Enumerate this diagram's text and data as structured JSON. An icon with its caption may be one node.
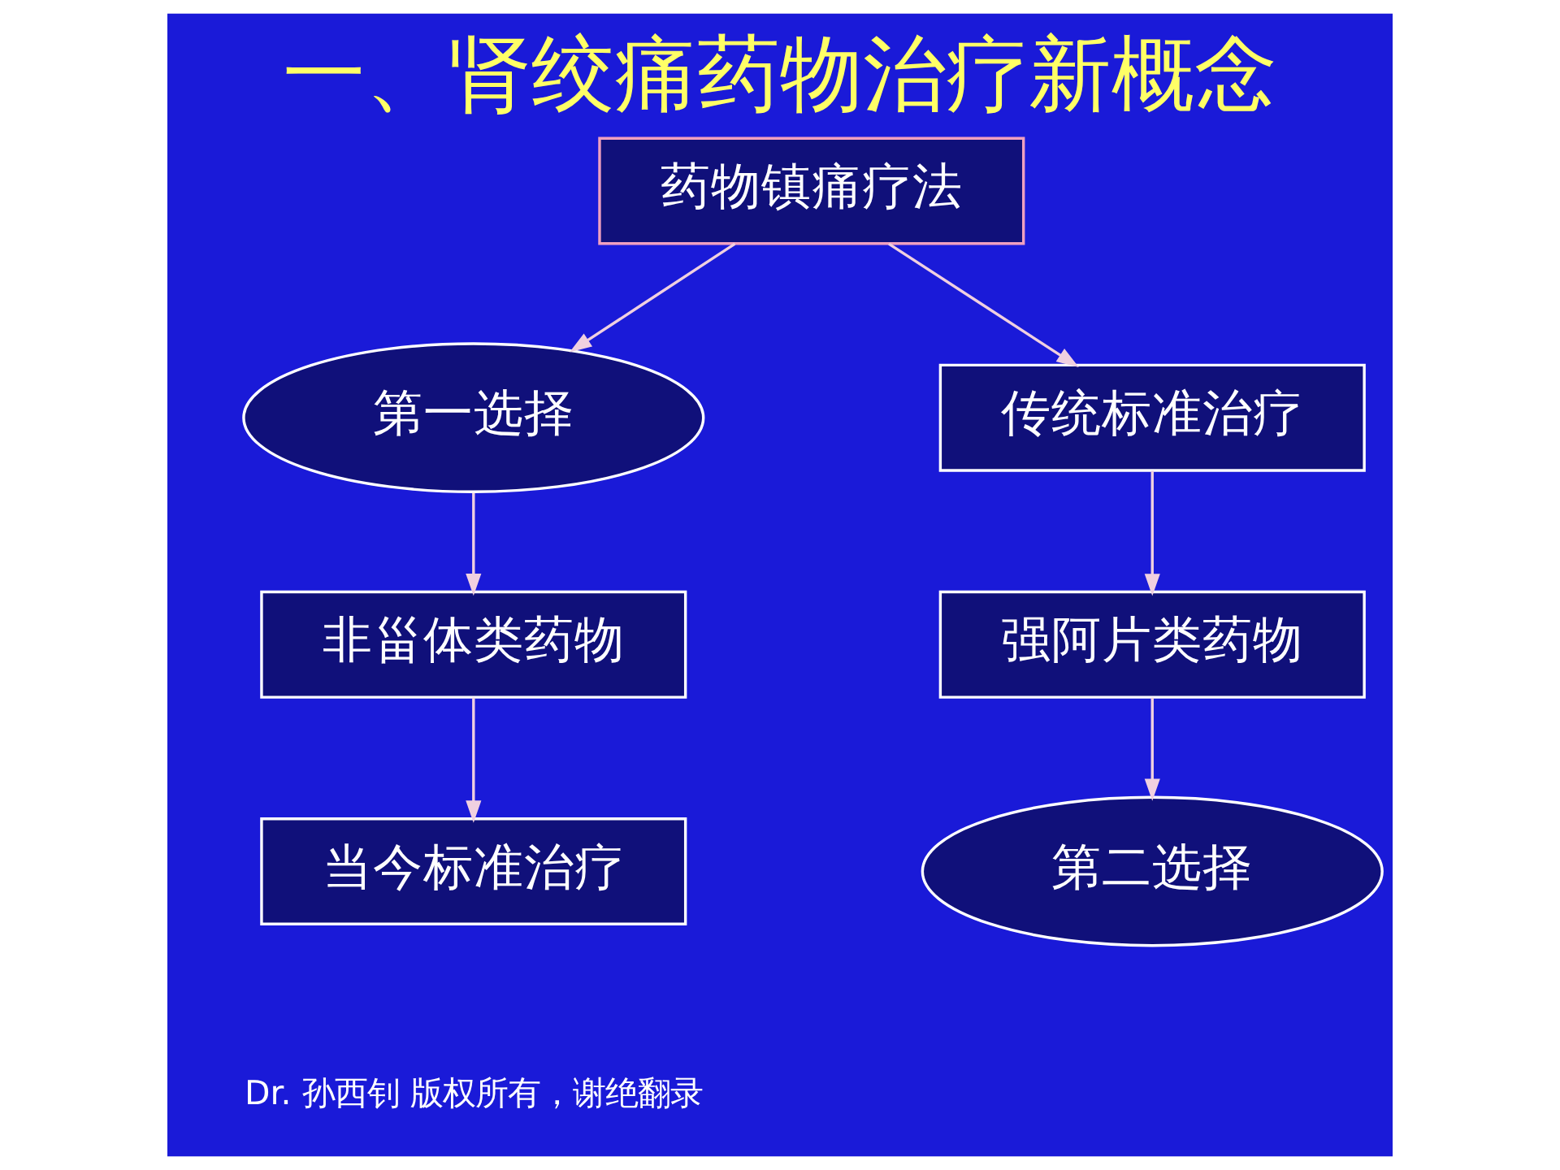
{
  "diagram": {
    "title": "一、肾绞痛药物治疗新概念",
    "nodes": [
      {
        "text": [
          "药物镇痛疗法"
        ]
      },
      {
        "text": [
          "第一选择"
        ]
      },
      {
        "text": [
          "传统标准治疗"
        ]
      },
      {
        "text": [
          "非甾体类药物"
        ]
      },
      {
        "text": [
          "强阿片类药物"
        ]
      },
      {
        "text": [
          "当今标准治疗"
        ]
      },
      {
        "text": [
          "第二选择"
        ]
      }
    ],
    "edges": [
      {
        "from": 0,
        "to": 1,
        "arrow": "to"
      },
      {
        "from": 0,
        "to": 2,
        "arrow": "to"
      },
      {
        "from": 1,
        "to": 3,
        "arrow": "to"
      },
      {
        "from": 3,
        "to": 5,
        "arrow": "to"
      },
      {
        "from": 2,
        "to": 4,
        "arrow": "to"
      },
      {
        "from": 4,
        "to": 6,
        "arrow": "to"
      }
    ],
    "labels": [
      "Dr. 孙西钊 版权所有，谢绝翻录"
    ]
  }
}
